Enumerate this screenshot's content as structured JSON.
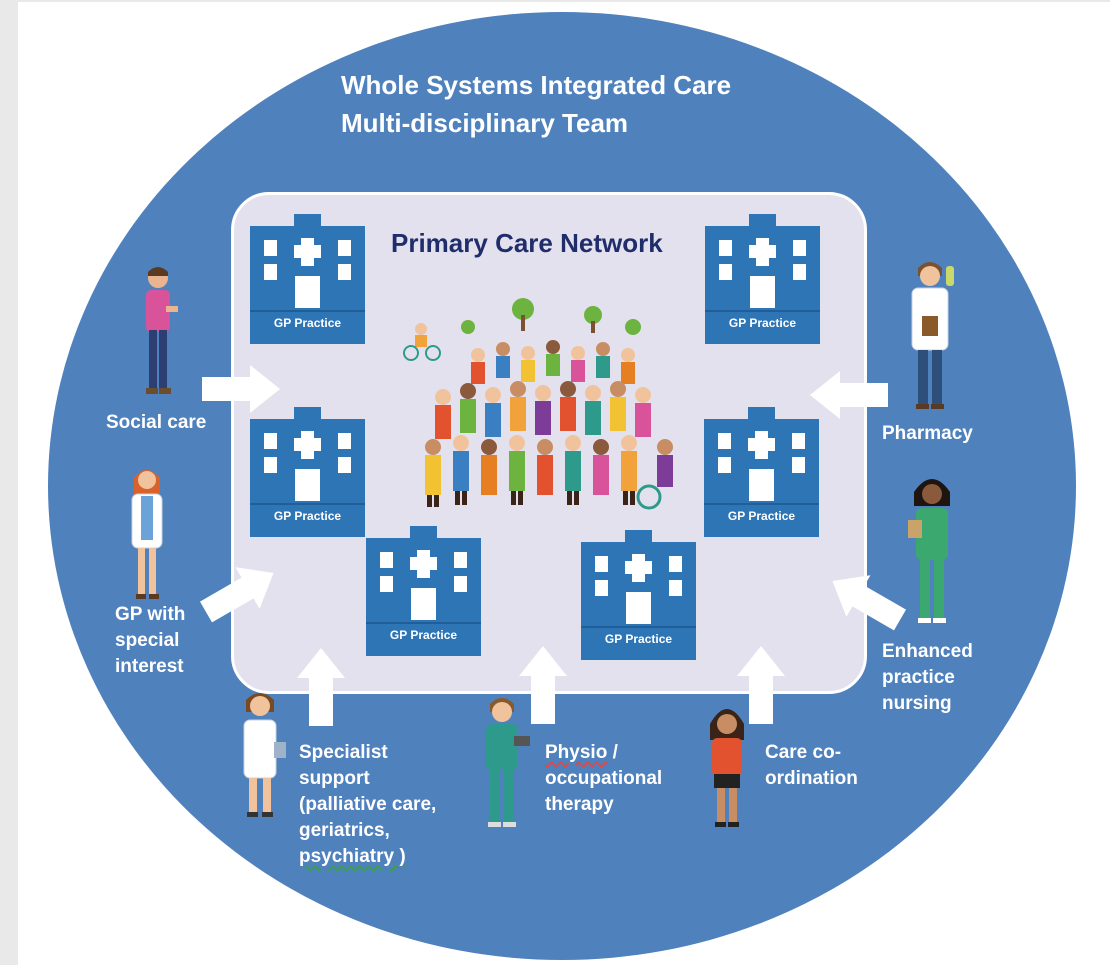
{
  "diagram": {
    "title_line1": "Whole Systems Integrated Care",
    "title_line2": "Multi-disciplinary Team",
    "network_title": "Primary Care Network",
    "colors": {
      "outer": "#4f81bd",
      "inner": "#e4e1ee",
      "practice": "#2e75b6",
      "title_dark": "#1f2e6b"
    },
    "practices": [
      {
        "label": "GP Practice",
        "icon": "gp-building-icon"
      },
      {
        "label": "GP Practice",
        "icon": "gp-building-icon"
      },
      {
        "label": "GP Practice",
        "icon": "gp-building-icon"
      },
      {
        "label": "GP Practice",
        "icon": "gp-building-icon"
      },
      {
        "label": "GP Practice",
        "icon": "gp-building-icon"
      },
      {
        "label": "GP Practice",
        "icon": "gp-building-icon"
      }
    ],
    "roles": {
      "social_care": "Social care",
      "gp_special_interest": "GP with\nspecial\ninterest",
      "specialist_l1": "Specialist",
      "specialist_l2": "support",
      "specialist_l3": "(palliative care,",
      "specialist_l4": "geriatrics,",
      "specialist_l5": "psychiatry )",
      "physio_l1": "Physio",
      "physio_l1b": " /",
      "physio_l2": "occupational",
      "physio_l3": "therapy",
      "care_coordination": "Care co-\nordination",
      "pharmacy": "Pharmacy",
      "nursing": "Enhanced\npractice\nnursing"
    }
  }
}
